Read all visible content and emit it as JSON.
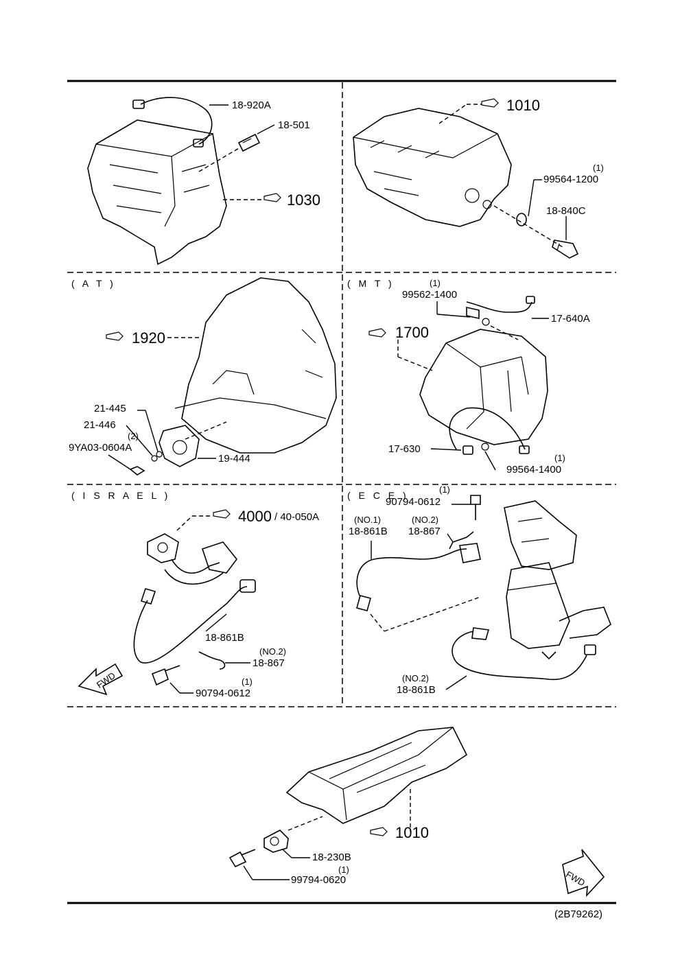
{
  "sections": {
    "at": "( A T )",
    "mt": "( M T )",
    "israel": "( I S R A E L )",
    "ece": "( E C E )"
  },
  "refs": {
    "r1030": "1030",
    "r1010_top": "1010",
    "r1920": "1920",
    "r1700": "1700",
    "r4000": "4000",
    "r4000_sub": "/ 40-050A",
    "r1010_bottom": "1010"
  },
  "parts": {
    "p18_920A": "18-920A",
    "p18_501": "18-501",
    "p99564_1200": "99564-1200",
    "p99564_1200_qty": "(1)",
    "p18_840C": "18-840C",
    "p21_445": "21-445",
    "p21_446": "21-446",
    "p9YA03_qty": "(2)",
    "p9YA03_0604A": "9YA03-0604A",
    "p19_444": "19-444",
    "p99562_1400_qty": "(1)",
    "p99562_1400": "99562-1400",
    "p17_640A": "17-640A",
    "p17_630": "17-630",
    "p99564_1400_qty": "(1)",
    "p99564_1400": "99564-1400",
    "isr_18_861B": "18-861B",
    "isr_no2": "(NO.2)",
    "isr_18_867": "18-867",
    "isr_90794_qty": "(1)",
    "isr_90794_0612": "90794-0612",
    "ece_90794_qty": "(1)",
    "ece_90794_0612": "90794-0612",
    "ece_no1": "(NO.1)",
    "ece_18_861B": "18-861B",
    "ece_no2": "(NO.2)",
    "ece_18_867": "18-867",
    "ece_no2b": "(NO.2)",
    "ece_18_861B_2": "18-861B",
    "p18_230B": "18-230B",
    "p99794_qty": "(1)",
    "p99794_0620": "99794-0620"
  },
  "fwd": "FWD",
  "diagram_code": "(2B79262)"
}
